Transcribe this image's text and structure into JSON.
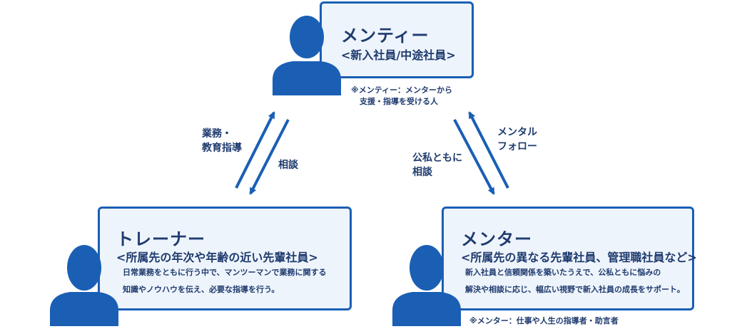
{
  "mentee": {
    "title": "メンティー",
    "role": "<新入社員/中途社員>",
    "note_line1": "※メンティー：メンターから",
    "note_line2": "支援・指導を受ける人"
  },
  "trainer": {
    "title": "トレーナー",
    "role": "<所属先の年次や年齢の近い先輩社員>",
    "desc_line1": "日常業務をともに行う中で、マンツーマンで業務に関する",
    "desc_line2": "知識やノウハウを伝え、必要な指導を行う。"
  },
  "mentor": {
    "title": "メンター",
    "role": "<所属先の異なる先輩社員、管理職社員など>",
    "desc_line1": "新入社員と信頼関係を築いたうえで、公私ともに悩みの",
    "desc_line2": "解決や相談に応じ、幅広い視野で新入社員の成長をサポート。",
    "note": "※メンター：仕事や人生の指導者・助言者"
  },
  "labels": {
    "trainer_to_mentee_line1": "業務・",
    "trainer_to_mentee_line2": "教育指導",
    "mentee_to_trainer": "相談",
    "mentee_to_mentor_line1": "公私ともに",
    "mentee_to_mentor_line2": "相談",
    "mentor_to_mentee_line1": "メンタル",
    "mentor_to_mentee_line2": "フォロー"
  },
  "colors": {
    "accent": "#1a5fb4",
    "box_fill": "#eef4fb",
    "text": "#1f3b6f"
  }
}
